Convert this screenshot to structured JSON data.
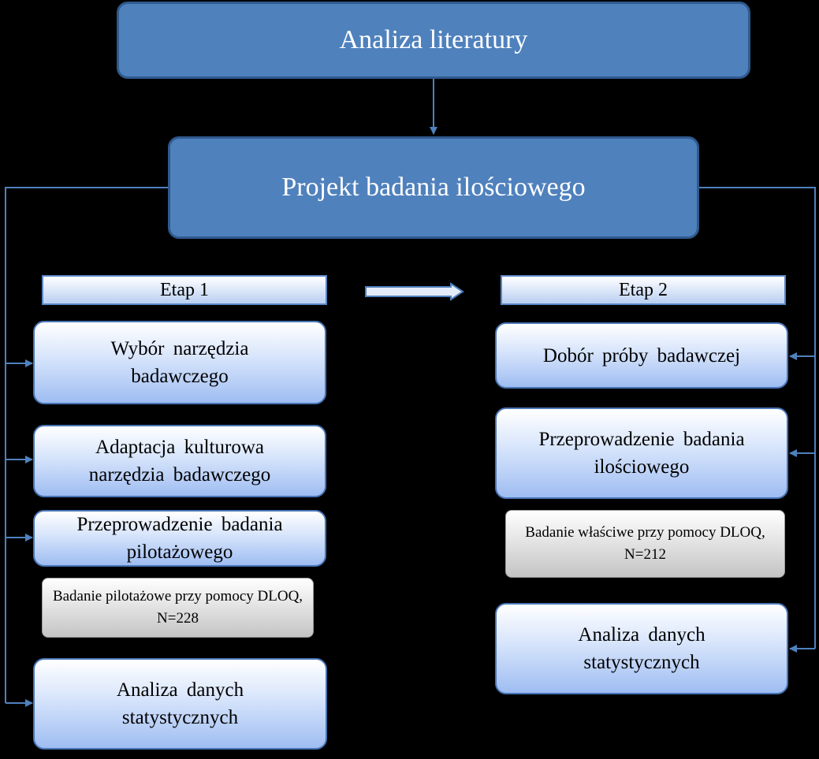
{
  "top_box": {
    "label": "Analiza literatury"
  },
  "project_box": {
    "label": "Projekt badania ilościowego"
  },
  "stage1": {
    "label": "Etap 1",
    "steps": [
      {
        "label": "Wybór narzędzia badawczego"
      },
      {
        "label": "Adaptacja kulturowa narzędzia badawczego"
      },
      {
        "label": "Przeprowadzenie badania pilotażowego"
      }
    ],
    "note": {
      "label": "Badanie pilotażowe przy pomocy DLOQ, N=228"
    },
    "final_step": {
      "label": "Analiza danych statystycznych"
    }
  },
  "stage2": {
    "label": "Etap 2",
    "steps": [
      {
        "label": "Dobór próby badawczej"
      },
      {
        "label": "Przeprowadzenie badania ilościowego"
      }
    ],
    "note": {
      "label": "Badanie właściwe przy pomocy DLOQ, N=212"
    },
    "final_step": {
      "label": "Analiza danych statystycznych"
    }
  },
  "colors": {
    "background": "#000000",
    "header_fill": "#4f81bd",
    "connector": "#4f81bd"
  }
}
